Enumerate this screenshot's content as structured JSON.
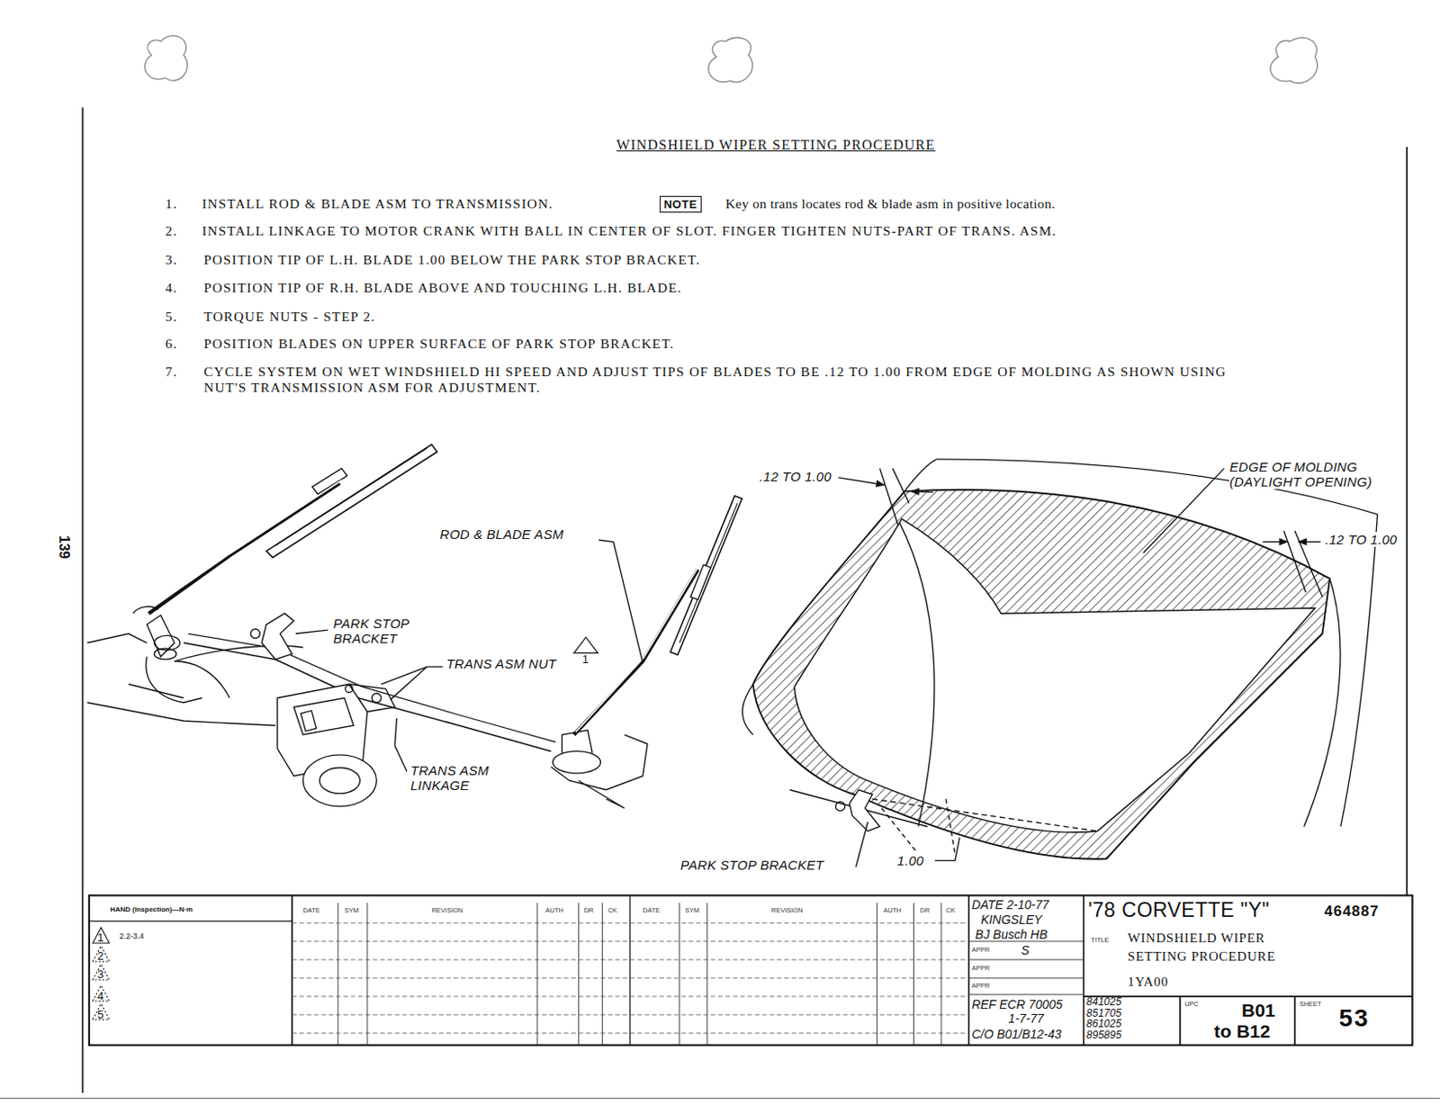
{
  "diagram": {
    "title": "WINDSHIELD WIPER SETTING PROCEDURE",
    "nodes": [
      {
        "text": [
          "NOTE"
        ]
      }
    ],
    "labels": [
      "1.",
      "INSTALL ROD & BLADE ASM TO TRANSMISSION.",
      "Key on trans locates rod & blade asm in positive location.",
      "2.",
      "INSTALL LINKAGE TO MOTOR CRANK WITH BALL IN CENTER OF SLOT. FINGER TIGHTEN NUTS-PART OF TRANS. ASM.",
      "3.",
      "POSITION TIP OF L.H. BLADE 1.00 BELOW THE PARK STOP BRACKET.",
      "4.",
      "POSITION TIP OF R.H. BLADE ABOVE AND TOUCHING L.H. BLADE.",
      "5.",
      "TORQUE NUTS - STEP 2.",
      "6.",
      "POSITION BLADES ON UPPER SURFACE OF PARK STOP BRACKET.",
      "7.",
      "CYCLE SYSTEM ON WET WINDSHIELD HI SPEED AND ADJUST TIPS OF BLADES TO BE .12 TO 1.00 FROM EDGE OF MOLDING AS SHOWN USING NUT'S TRANSMISSION ASM FOR ADJUSTMENT.",
      ".12 TO 1.00",
      "EDGE OF MOLDING (DAYLIGHT OPENING)",
      ".12 TO 1.00",
      "ROD & BLADE ASM",
      "PARK STOP BRACKET",
      "TRANS ASM NUT",
      "1",
      "TRANS ASM LINKAGE",
      "PARK STOP BRACKET",
      "1.00",
      "139",
      "HAND (Inspection)—N·m",
      "1",
      "2.2-3.4",
      "2",
      "3",
      "4",
      "5",
      "DATE",
      "SYM",
      "REVISION",
      "AUTH",
      "DR",
      "CK",
      "DATE",
      "SYM",
      "REVISION",
      "AUTH",
      "DR",
      "CK",
      "DATE 2-10-77",
      "KINGSLEY",
      "BJ Busch HB",
      "APPR",
      "S",
      "APPR",
      "APPR",
      "REF ECR 70005",
      "1-7-77",
      "C/O B01/B12-43",
      "841025",
      "851705",
      "861025",
      "895895",
      "'78 CORVETTE \"Y\"",
      "464887",
      "TITLE",
      "WINDSHIELD WIPER SETTING PROCEDURE",
      "1YA00",
      "UPC",
      "B01",
      "to B12",
      "SHEET",
      "53"
    ]
  }
}
